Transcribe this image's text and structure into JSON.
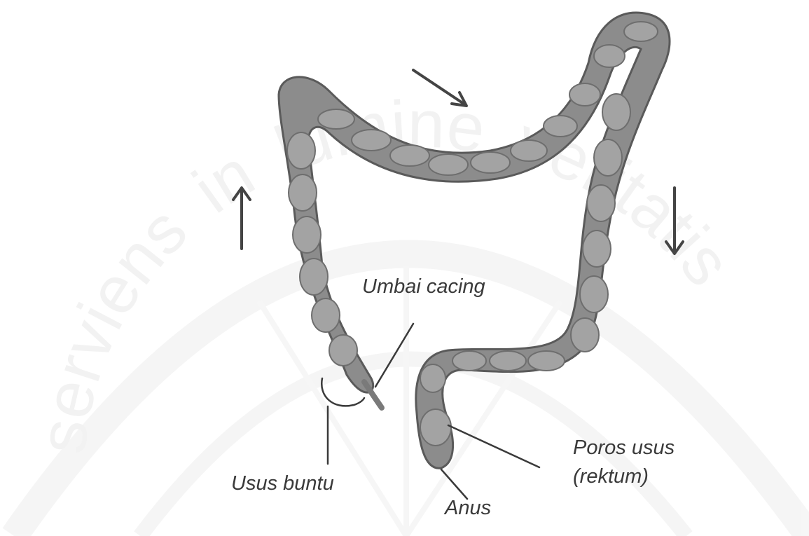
{
  "figure": {
    "labels": {
      "appendix": "Umbai cacing",
      "cecum": "Usus buntu",
      "rectum_line1": "Poros usus",
      "rectum_line2": "(rektum)",
      "anus": "Anus"
    },
    "watermark": {
      "motto_words": [
        "serviens",
        "in",
        "lumine",
        "veritatis"
      ]
    },
    "arrows": [
      {
        "name": "ascending",
        "direction": "up"
      },
      {
        "name": "transverse",
        "direction": "down-right"
      },
      {
        "name": "descending",
        "direction": "down"
      }
    ],
    "colors": {
      "background": "#ffffff",
      "colon_fill": "#8c8c8c",
      "colon_dark": "#5a5a5a",
      "haustra": "#a3a3a3",
      "label_text": "#3a3a3a",
      "arrow": "#444444",
      "watermark": "#ececec"
    }
  }
}
